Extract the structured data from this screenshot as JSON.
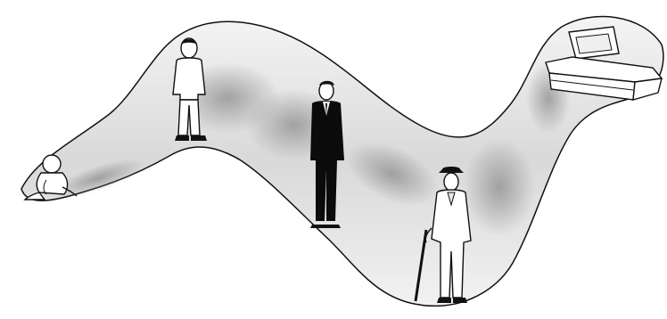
{
  "figures": [
    {
      "id": "baby",
      "icon": "baby-icon"
    },
    {
      "id": "teen",
      "icon": "teen-boy-icon"
    },
    {
      "id": "adult",
      "icon": "man-in-suit-icon"
    },
    {
      "id": "elder",
      "icon": "elderly-man-with-cane-icon"
    },
    {
      "id": "end",
      "icon": "casket-icon"
    }
  ],
  "colors": {
    "path_fill": "#e8e8e8",
    "path_shadow": "#9a9a9a",
    "outline": "#111111",
    "suit": "#0b0b0b",
    "background": "#ffffff"
  }
}
